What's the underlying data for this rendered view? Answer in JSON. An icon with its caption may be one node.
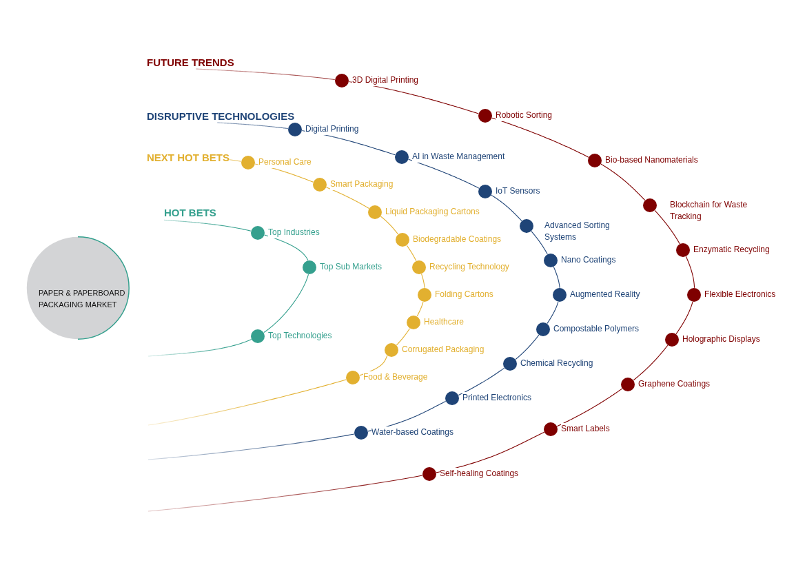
{
  "diagram": {
    "nodes": [
      {
        "text": [
          "PAPER & PAPERBOARD PACKAGING MARKET"
        ]
      },
      {
        "text": [
          "FUTURE TRENDS"
        ]
      },
      {
        "text": [],
        "shape": "circle",
        "beside": [
          "3D Digital Printing"
        ]
      },
      {
        "text": [],
        "shape": "circle",
        "beside": [
          "Robotic Sorting"
        ]
      },
      {
        "text": [],
        "shape": "circle",
        "beside": [
          "Bio-based Nanomaterials"
        ]
      },
      {
        "text": [],
        "shape": "circle",
        "beside": [
          "Blockchain for Waste Tracking"
        ]
      },
      {
        "text": [],
        "shape": "circle",
        "beside": [
          "Enzymatic Recycling"
        ]
      },
      {
        "text": [],
        "shape": "circle",
        "beside": [
          "Flexible Electronics"
        ]
      },
      {
        "text": [],
        "shape": "circle",
        "beside": [
          "Holographic Displays"
        ]
      },
      {
        "text": [],
        "shape": "circle",
        "beside": [
          "Graphene Coatings"
        ]
      },
      {
        "text": [],
        "shape": "circle",
        "beside": [
          "Smart Labels"
        ]
      },
      {
        "text": [],
        "shape": "circle",
        "beside": [
          "Self-healing Coatings"
        ]
      },
      {
        "text": [
          "DISRUPTIVE TECHNOLOGIES"
        ]
      },
      {
        "text": [],
        "shape": "circle",
        "beside": [
          "Digital Printing"
        ]
      },
      {
        "text": [],
        "shape": "circle",
        "beside": [
          "AI in Waste Management"
        ]
      },
      {
        "text": [],
        "shape": "circle",
        "beside": [
          "IoT Sensors"
        ]
      },
      {
        "text": [],
        "shape": "circle",
        "beside": [
          "Advanced Sorting Systems"
        ]
      },
      {
        "text": [],
        "shape": "circle",
        "beside": [
          "Nano Coatings"
        ]
      },
      {
        "text": [],
        "shape": "circle",
        "beside": [
          "Augmented Reality"
        ]
      },
      {
        "text": [],
        "shape": "circle",
        "beside": [
          "Compostable Polymers"
        ]
      },
      {
        "text": [],
        "shape": "circle",
        "beside": [
          "Chemical Recycling"
        ]
      },
      {
        "text": [],
        "shape": "circle",
        "beside": [
          "Printed Electronics"
        ]
      },
      {
        "text": [],
        "shape": "circle",
        "beside": [
          "Water-based Coatings"
        ]
      },
      {
        "text": [
          "NEXT HOT BETS"
        ]
      },
      {
        "text": [],
        "shape": "circle",
        "beside": [
          "Personal Care"
        ]
      },
      {
        "text": [],
        "shape": "circle",
        "beside": [
          "Smart Packaging"
        ]
      },
      {
        "text": [],
        "shape": "circle",
        "beside": [
          "Liquid Packaging Cartons"
        ]
      },
      {
        "text": [],
        "shape": "circle",
        "beside": [
          "Biodegradable Coatings"
        ]
      },
      {
        "text": [],
        "shape": "circle",
        "beside": [
          "Recycling Technology"
        ]
      },
      {
        "text": [],
        "shape": "circle",
        "beside": [
          "Folding Cartons"
        ]
      },
      {
        "text": [],
        "shape": "circle",
        "beside": [
          "Healthcare"
        ]
      },
      {
        "text": [],
        "shape": "circle",
        "beside": [
          "Corrugated Packaging"
        ]
      },
      {
        "text": [],
        "shape": "circle",
        "beside": [
          "Food & Beverage"
        ]
      },
      {
        "text": [
          "HOT BETS"
        ]
      },
      {
        "text": [],
        "shape": "circle",
        "beside": [
          "Top Industries"
        ]
      },
      {
        "text": [],
        "shape": "circle",
        "beside": [
          "Top Sub Markets"
        ]
      },
      {
        "text": [],
        "shape": "circle",
        "beside": [
          "Top Technologies"
        ]
      }
    ],
    "edges": [
      {
        "from": 1,
        "to": 2,
        "arrow": "none",
        "color": "#7f0000"
      },
      {
        "from": 2,
        "to": 3,
        "arrow": "none",
        "color": "#7f0000"
      },
      {
        "from": 3,
        "to": 4,
        "arrow": "none",
        "color": "#7f0000"
      },
      {
        "from": 4,
        "to": 5,
        "arrow": "none",
        "color": "#7f0000"
      },
      {
        "from": 5,
        "to": 6,
        "arrow": "none",
        "color": "#7f0000"
      },
      {
        "from": 6,
        "to": 7,
        "arrow": "none",
        "color": "#7f0000"
      },
      {
        "from": 7,
        "to": 8,
        "arrow": "none",
        "color": "#7f0000"
      },
      {
        "from": 8,
        "to": 9,
        "arrow": "none",
        "color": "#7f0000"
      },
      {
        "from": 9,
        "to": 10,
        "arrow": "none",
        "color": "#7f0000"
      },
      {
        "from": 10,
        "to": 11,
        "arrow": "none",
        "color": "#7f0000"
      },
      {
        "from": 11,
        "to": null,
        "arrow": "none",
        "color": "#7f0000"
      },
      {
        "from": 12,
        "to": 13,
        "arrow": "none",
        "color": "#1f4477"
      },
      {
        "from": 13,
        "to": 14,
        "arrow": "none",
        "color": "#1f4477"
      },
      {
        "from": 14,
        "to": 15,
        "arrow": "none",
        "color": "#1f4477"
      },
      {
        "from": 15,
        "to": 16,
        "arrow": "none",
        "color": "#1f4477"
      },
      {
        "from": 16,
        "to": 17,
        "arrow": "none",
        "color": "#1f4477"
      },
      {
        "from": 17,
        "to": 18,
        "arrow": "none",
        "color": "#1f4477"
      },
      {
        "from": 18,
        "to": 19,
        "arrow": "none",
        "color": "#1f4477"
      },
      {
        "from": 19,
        "to": 20,
        "arrow": "none",
        "color": "#1f4477"
      },
      {
        "from": 20,
        "to": 21,
        "arrow": "none",
        "color": "#1f4477"
      },
      {
        "from": 21,
        "to": 22,
        "arrow": "none",
        "color": "#1f4477"
      },
      {
        "from": 22,
        "to": null,
        "arrow": "none",
        "color": "#1f4477"
      },
      {
        "from": 23,
        "to": 24,
        "arrow": "none",
        "color": "#e2b030"
      },
      {
        "from": 24,
        "to": 25,
        "arrow": "none",
        "color": "#e2b030"
      },
      {
        "from": 25,
        "to": 26,
        "arrow": "none",
        "color": "#e2b030"
      },
      {
        "from": 26,
        "to": 27,
        "arrow": "none",
        "color": "#e2b030"
      },
      {
        "from": 27,
        "to": 28,
        "arrow": "none",
        "color": "#e2b030"
      },
      {
        "from": 28,
        "to": 29,
        "arrow": "none",
        "color": "#e2b030"
      },
      {
        "from": 29,
        "to": 30,
        "arrow": "none",
        "color": "#e2b030"
      },
      {
        "from": 30,
        "to": 31,
        "arrow": "none",
        "color": "#e2b030"
      },
      {
        "from": 31,
        "to": 32,
        "arrow": "none",
        "color": "#e2b030"
      },
      {
        "from": 32,
        "to": null,
        "arrow": "none",
        "color": "#e2b030"
      },
      {
        "from": 33,
        "to": 34,
        "arrow": "none",
        "color": "#35a08e"
      },
      {
        "from": 34,
        "to": 35,
        "arrow": "none",
        "color": "#35a08e"
      },
      {
        "from": 35,
        "to": 36,
        "arrow": "none",
        "color": "#35a08e"
      },
      {
        "from": 36,
        "to": null,
        "arrow": "none",
        "color": "#35a08e"
      }
    ]
  }
}
